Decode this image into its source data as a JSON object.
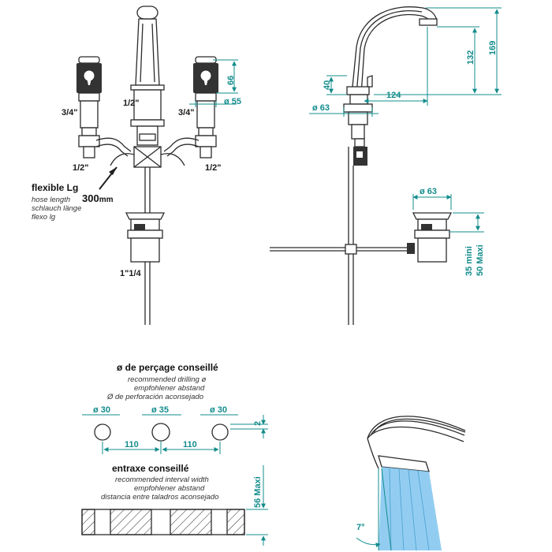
{
  "front_view": {
    "thread_left_top": "3/4\"",
    "thread_left_bottom": "1/2\"",
    "thread_center": "1/2\"",
    "thread_right_top": "3/4\"",
    "thread_right_bottom": "1/2\"",
    "dim_handle_height": "66",
    "dim_handle_diameter": "ø 55",
    "hose_title": "flexible Lg",
    "hose_sub_1": "hose length",
    "hose_sub_2": "schlauch länge",
    "hose_sub_3": "flexo lg",
    "hose_length": "300",
    "hose_length_unit": "mm",
    "waste_thread": "1\"1/4"
  },
  "side_view": {
    "dim_height_total": "169",
    "dim_height_outlet": "132",
    "dim_base_height": "40",
    "dim_base_diameter": "ø 63",
    "dim_reach": "124",
    "dim_waste_diameter": "ø 63",
    "dim_waste_min": "35 mini",
    "dim_waste_max": "50 Maxi"
  },
  "drilling": {
    "title": "ø de perçage conseillé",
    "sub_1": "recommended drilling ø",
    "sub_2": "empfohlener abstand",
    "sub_3": "Ø de perforación aconsejado",
    "hole_left": "ø 30",
    "hole_center": "ø 35",
    "hole_right": "ø 30",
    "dim_offset": "2",
    "spacing_left": "110",
    "spacing_right": "110"
  },
  "interval": {
    "title": "entraxe conseillé",
    "sub_1": "recommended interval width",
    "sub_2": "empfohlener abstand",
    "sub_3": "distancia entre taladros aconsejado",
    "dim_max": "56 Maxi"
  },
  "aerator": {
    "angle": "7°"
  }
}
